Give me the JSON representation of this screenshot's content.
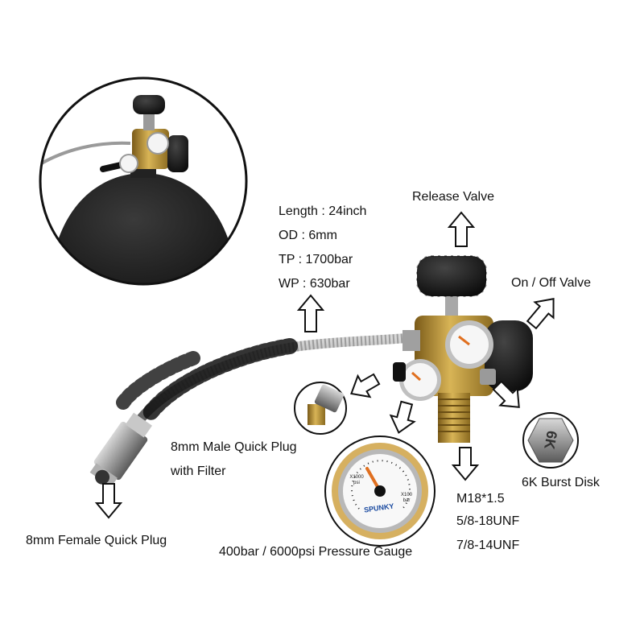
{
  "specs": {
    "length": "Length : 24inch",
    "od": "OD : 6mm",
    "tp": "TP : 1700bar",
    "wp": "WP : 630bar"
  },
  "callouts": {
    "release_valve": "Release Valve",
    "on_off_valve": "On / Off Valve",
    "male_plug_line1": "8mm Male Quick Plug",
    "male_plug_line2": "with Filter",
    "female_plug": "8mm Female Quick Plug",
    "pressure_gauge": "400bar / 6000psi Pressure Gauge",
    "burst_disk": "6K Burst Disk",
    "thread_1": "M18*1.5",
    "thread_2": "5/8-18UNF",
    "thread_3": "7/8-14UNF"
  },
  "product_markings": {
    "gauge_brand": "SPUNKY",
    "gauge_unit_left": "X1000 psi",
    "gauge_unit_right": "X100 bar",
    "burst_disk_mark": "6K"
  },
  "colors": {
    "brass": "#b8902f",
    "knob": "#151515",
    "tank": "#1a1a1a",
    "hose": "#8e8e8e",
    "arrow": "#111111"
  }
}
